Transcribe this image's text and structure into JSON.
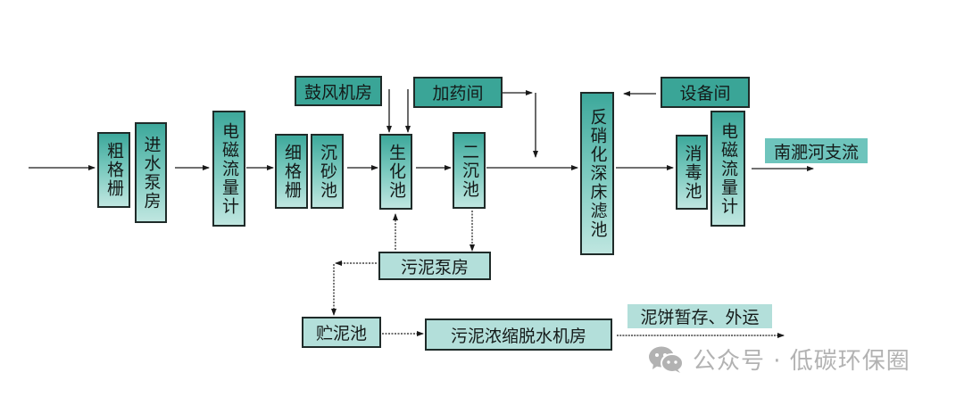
{
  "diagram": {
    "main_line": {
      "coarse_screen": "粗格栅",
      "influent_pump_house": "进水泵房",
      "em_flowmeter_in": "电磁流量计",
      "fine_screen": "细格栅",
      "grit_chamber": "沉砂池",
      "bio_tank": "生化池",
      "secondary_clarifier": "二沉池",
      "denitrification_filter": "反硝化深床滤池",
      "disinfection_tank": "消毒池",
      "em_flowmeter_out": "电磁流量计",
      "discharge": "南淝河支流"
    },
    "auxiliary": {
      "blower_room": "鼓风机房",
      "dosing_room": "加药间",
      "equipment_room": "设备间"
    },
    "sludge_line": {
      "sludge_pump_house": "污泥泵房",
      "sludge_storage_tank": "贮泥池",
      "thickening_dewatering_room": "污泥浓缩脱水机房",
      "cake_disposal": "泥饼暂存、外运"
    }
  },
  "watermark": {
    "icon": "wechat-icon",
    "text": "公众号 · 低碳环保圈"
  },
  "colors": {
    "box_dark": "#3aa597",
    "box_light": "#b3dfda",
    "label_bg": "#6ec4bc",
    "arrow": "#1a1a1a",
    "watermark": "#b2b2b2"
  }
}
